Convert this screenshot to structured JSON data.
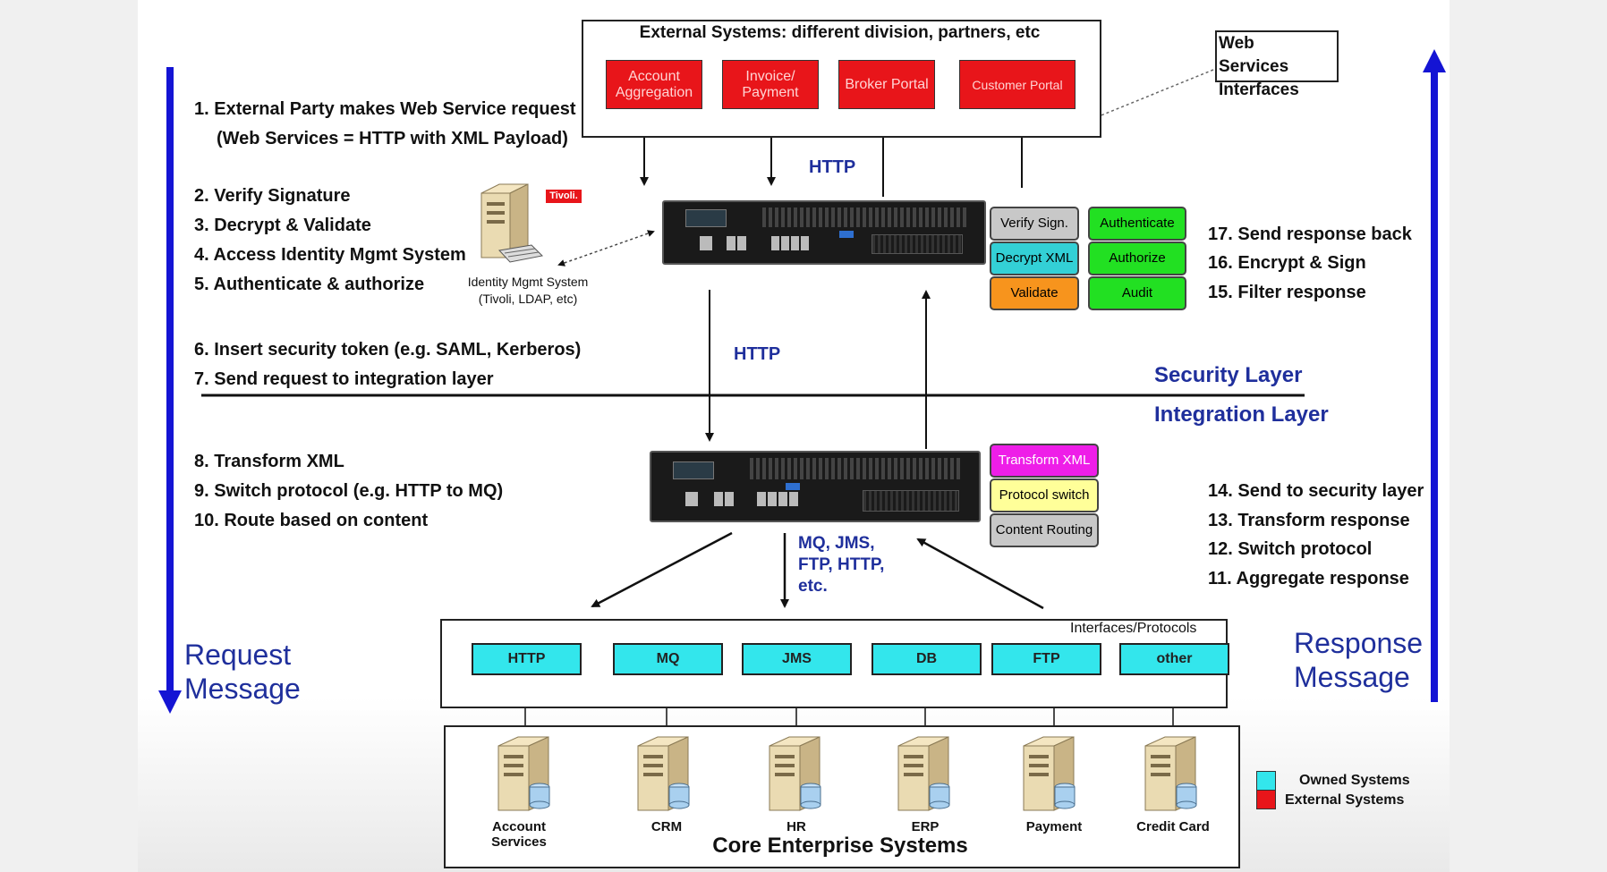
{
  "external": {
    "title": "External Systems: different division, partners, etc",
    "systems": [
      "Account Aggregation",
      "Invoice/ Payment",
      "Broker Portal",
      "Customer Portal"
    ]
  },
  "ws_interfaces": "Web Services Interfaces",
  "left_steps_1": [
    "1.  External Party makes Web Service request",
    "(Web Services = HTTP with XML Payload)"
  ],
  "left_steps_2": [
    "2.  Verify Signature",
    "3.  Decrypt & Validate",
    "4.  Access Identity Mgmt System",
    "5.  Authenticate & authorize"
  ],
  "left_steps_3": [
    "6.  Insert security token (e.g. SAML, Kerberos)",
    "7.  Send request to integration layer"
  ],
  "left_steps_4": [
    "8.   Transform XML",
    "9.   Switch protocol (e.g. HTTP to MQ)",
    "10. Route based on content"
  ],
  "right_steps_1": [
    "17.  Send response back",
    "16.  Encrypt & Sign",
    "15.  Filter response"
  ],
  "right_steps_2": [
    "14. Send to security layer",
    "13.  Transform response",
    "12.  Switch protocol",
    "11.  Aggregate response"
  ],
  "identity": {
    "badge": "Tivoli.",
    "label_line1": "Identity Mgmt System",
    "label_line2": "(Tivoli, LDAP, etc)"
  },
  "http_top": "HTTP",
  "http_mid": "HTTP",
  "security_pills": [
    {
      "label": "Verify Sign.",
      "color": "#c8c8c8"
    },
    {
      "label": "Decrypt XML",
      "color": "#33d0d6"
    },
    {
      "label": "Validate",
      "color": "#f7941d"
    },
    {
      "label": "Authenticate",
      "color": "#22e022"
    },
    {
      "label": "Authorize",
      "color": "#22e022"
    },
    {
      "label": "Audit",
      "color": "#22e022"
    }
  ],
  "integration_pills": [
    {
      "label": "Transform XML",
      "color": "#ee1ee8"
    },
    {
      "label": "Protocol switch",
      "color": "#ffff99"
    },
    {
      "label": "Content Routing",
      "color": "#c8c8c8"
    }
  ],
  "layers": {
    "security": "Security Layer",
    "integration": "Integration Layer"
  },
  "protocols_note": [
    "MQ, JMS,",
    "FTP, HTTP,",
    "etc."
  ],
  "interfaces": {
    "title": "Interfaces/Protocols",
    "items": [
      "HTTP",
      "MQ",
      "JMS",
      "DB",
      "FTP",
      "other"
    ]
  },
  "core": {
    "title": "Core Enterprise Systems",
    "systems": [
      "Account Services",
      "CRM",
      "HR",
      "ERP",
      "Payment",
      "Credit Card"
    ]
  },
  "request": [
    "Request",
    "Message"
  ],
  "response": [
    "Response",
    "Message"
  ],
  "legend": {
    "owned": "Owned Systems",
    "external": "External Systems",
    "owned_color": "#33e6ec",
    "external_color": "#e8151a"
  },
  "colors": {
    "arrow_blue": "#1414d4",
    "layer_text": "#1f2f9c"
  }
}
